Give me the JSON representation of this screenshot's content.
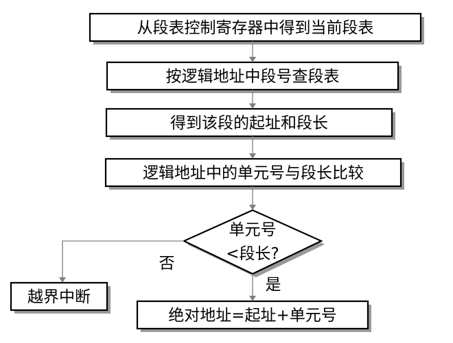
{
  "flowchart": {
    "steps": [
      "从段表控制寄存器中得到当前段表",
      "按逻辑地址中段号查段表",
      "得到该段的起址和段长",
      "逻辑地址中的单元号与段长比较"
    ],
    "decision": {
      "line1": "单元号",
      "line2": "<段长?"
    },
    "no_label": "否",
    "yes_label": "是",
    "no_outcome": "越界中断",
    "yes_outcome": "绝对地址=起址+单元号"
  }
}
